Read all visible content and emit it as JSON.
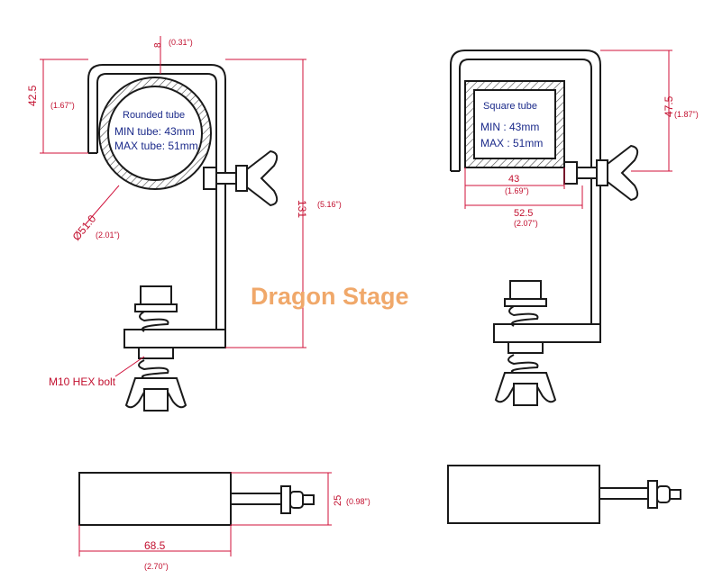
{
  "watermark": "Dragon Stage",
  "left_view": {
    "tube_title": "Rounded tube",
    "min_tube": "MIN tube: 43mm",
    "max_tube": "MAX tube: 51mm",
    "top_gap": "8",
    "top_gap_in": "(0.31\")",
    "hook_depth": "42.5",
    "hook_depth_in": "(1.67\")",
    "height": "131",
    "height_in": "(5.16\")",
    "diameter": "Ø51.0",
    "diameter_in": "(2.01\")",
    "bolt_label": "M10 HEX bolt"
  },
  "right_view": {
    "tube_title": "Square tube",
    "min_tube": "MIN : 43mm",
    "max_tube": "MAX : 51mm",
    "hook_depth": "47.5",
    "hook_depth_in": "(1.87\")",
    "inner_width": "43",
    "inner_width_in": "(1.69\")",
    "outer_width": "52.5",
    "outer_width_in": "(2.07\")"
  },
  "bottom_view": {
    "width": "68.5",
    "width_in": "(2.70\")",
    "thickness": "25",
    "thickness_in": "(0.98\")"
  },
  "colors": {
    "dimension": "#d0103a",
    "tube_label": "#1b2a8a",
    "line": "#1a1a1a",
    "watermark": "#f0a86a"
  }
}
